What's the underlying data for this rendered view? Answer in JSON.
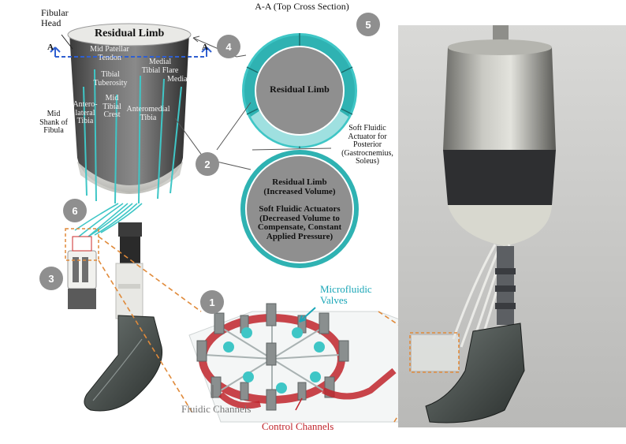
{
  "figure": {
    "section_title": "A-A (Top Cross Section)",
    "section_marker": "A",
    "limb_labels": {
      "fibular_head": "Fibular\nHead",
      "residual_limb": "Residual Limb",
      "mid_patellar_tendon": "Mid Patellar\nTendon",
      "medial_tibial_flare": "Medial\nTibial Flare",
      "medial": "Medial",
      "tibial_tuberosity": "Tibial\nTuberosity",
      "mid_shank_of_fibula": "Mid\nShank of\nFibula",
      "anterolateral_tibia": "Antero-\nlateral\nTibia",
      "mid_tibial_crest": "Mid\nTibial\nCrest",
      "anteromedial_tibia": "Anteromedial\nTibia"
    },
    "cross_section": {
      "top_center": "Residual Limb",
      "actuator_note": "Soft Fluidic\nActuator for\nPosterior\n(Gastrocnemius,\nSoleus)",
      "bottom_line1": "Residual Limb\n(Increased Volume)",
      "bottom_line2": "Soft Fluidic Actuators\n(Decreased Volume to\nCompensate, Constant\nApplied Pressure)"
    },
    "valve_labels": {
      "microfluidic_valves": "Microfluidic\nValves",
      "fluidic_channels": "Fluidic Channels",
      "control_channels": "Control Channels"
    },
    "callouts": [
      "1",
      "2",
      "3",
      "4",
      "5",
      "6"
    ],
    "colors": {
      "teal_accent": "#3fc6c6",
      "control_red": "#c0242b",
      "callout_gray": "#8f8f8f",
      "orange_dashed": "#e08a3a",
      "microfluidic_text": "#1aa6b7"
    }
  }
}
